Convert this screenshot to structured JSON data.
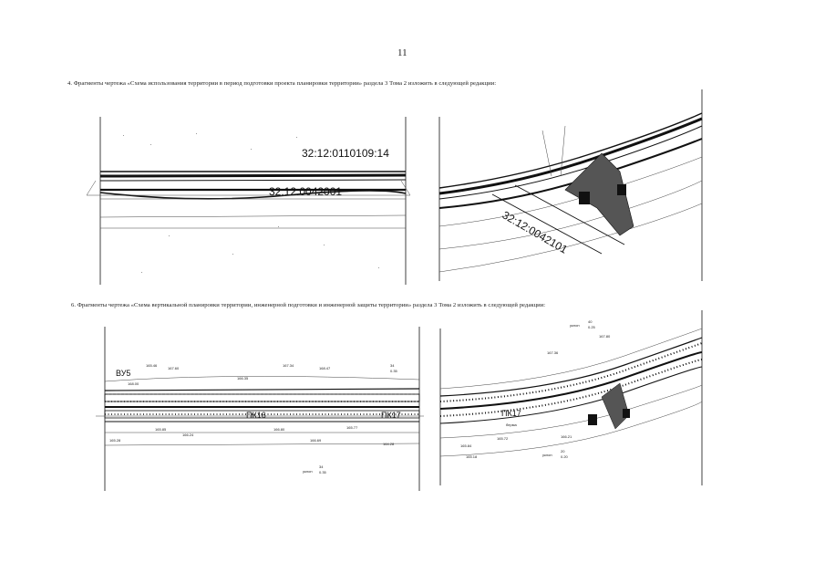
{
  "page": {
    "number": "11"
  },
  "section4": {
    "caption": "4. Фрагменты чертежа «Схема использования территории в период подготовки проекта планировки территории» раздела 3 Тома 2 изложить в следующей редакции:",
    "fragment_left": {
      "cadastral_top": "32:12:0110109:14",
      "cadastral_mid": "32:12:0042001"
    },
    "fragment_right": {
      "cadastral_diag": "32:12:0042101"
    }
  },
  "section6": {
    "caption": "6. Фрагменты чертежа «Схема вертикальной планировки территории, инженерной подготовки и инженерной защиты территории» раздела 3 Тома 2 изложить в следующей редакции:",
    "fragment_left": {
      "label_vu": "ВУ5",
      "label_pk16": "ПК16",
      "label_pk17": "ПК17",
      "elevations": [
        "165.46",
        "167.60",
        "167.34",
        "166.35",
        "168.47",
        "168.00",
        "165.85",
        "166.24",
        "166.80",
        "166.69",
        "165.77",
        "165.28",
        "164.28"
      ],
      "slope_note": "уклон",
      "slope_val": "34",
      "slope_unit": "0.35"
    },
    "fragment_right": {
      "label_pk": "ПК17",
      "elevations": [
        "167.36",
        "167.80",
        "165.84",
        "165.72",
        "166.21",
        "165.18"
      ],
      "slope_note": "уклон",
      "slope_val": "20",
      "slope_unit": "0.20",
      "slope_val_top": "40",
      "slope_unit_top": "0.25",
      "berm": "берма"
    }
  }
}
